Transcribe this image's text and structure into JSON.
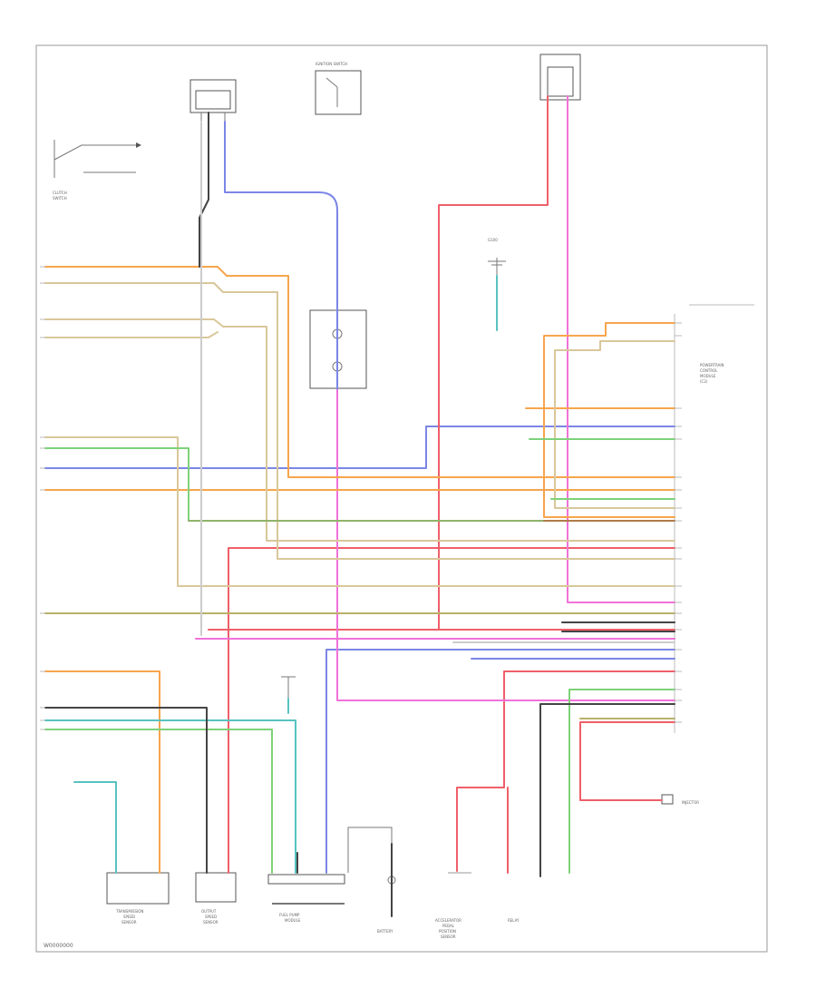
{
  "page": {
    "id_label": "W0000000"
  },
  "colors": {
    "frame": "#9a9a9a",
    "blue": "#7b86e6",
    "red": "#ef5f6a",
    "pink": "#f072d8",
    "orange": "#f7a54e",
    "tan": "#d9c79a",
    "green": "#7ed27a",
    "teal": "#58c2c0",
    "olive": "#b9b06a",
    "brown": "#b07a4a",
    "black": "#444444",
    "gray": "#cccccc"
  },
  "labels": {
    "trans_sensor": [
      "TRANSMISSION",
      "SPEED",
      "SENSOR"
    ],
    "output_sensor": [
      "OUTPUT",
      "SPEED",
      "SENSOR"
    ],
    "ignition": [
      "IGNITION SWITCH"
    ],
    "clutch": [
      "CLUTCH",
      "SWITCH"
    ],
    "pcm": [
      "POWERTRAIN",
      "CONTROL",
      "MODULE",
      "(C2)"
    ],
    "ground": "G100",
    "fuel": [
      "FUEL PUMP",
      "MODULE"
    ],
    "battery": [
      "BATTERY"
    ],
    "accel": [
      "ACCELERATOR",
      "PEDAL",
      "POSITION",
      "SENSOR"
    ],
    "relay": [
      "RELAY"
    ],
    "injector": [
      "INJECTOR"
    ]
  }
}
